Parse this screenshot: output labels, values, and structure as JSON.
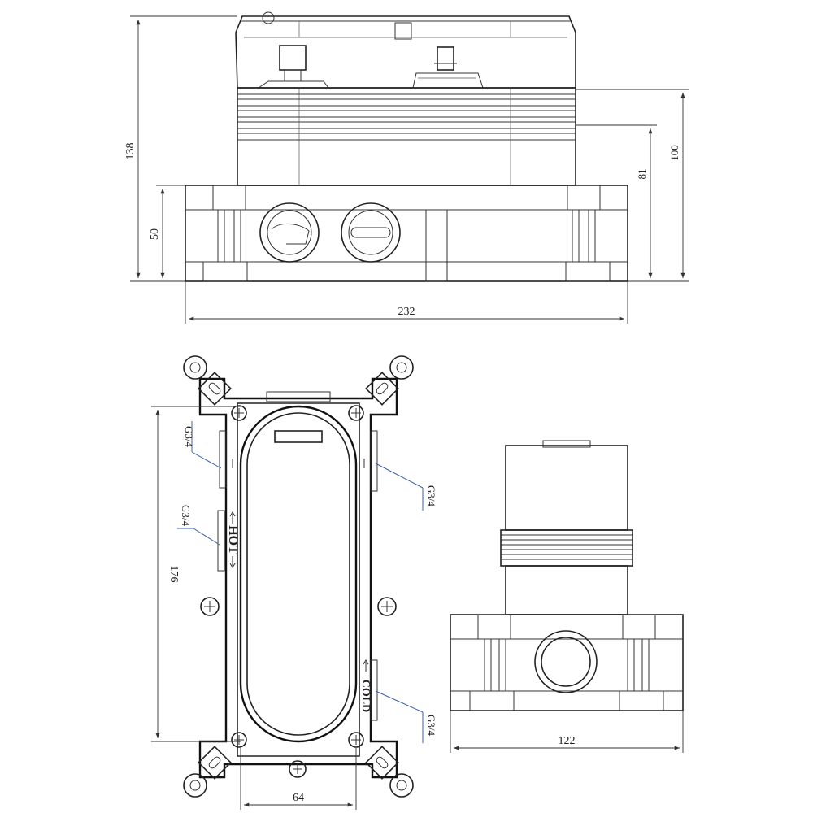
{
  "dimensions": {
    "overall_height": "138",
    "base_height": "50",
    "body_height_81": "81",
    "body_height_100": "100",
    "base_width": "232",
    "front_width": "176",
    "spacing_64": "64",
    "side_width": "122"
  },
  "thread_labels": {
    "upper_left": "G3/4",
    "middle_left": "G3/4",
    "upper_right": "G3/4",
    "lower_right": "G3/4"
  },
  "port_labels": {
    "hot": "HOT",
    "cold": "COLD"
  }
}
